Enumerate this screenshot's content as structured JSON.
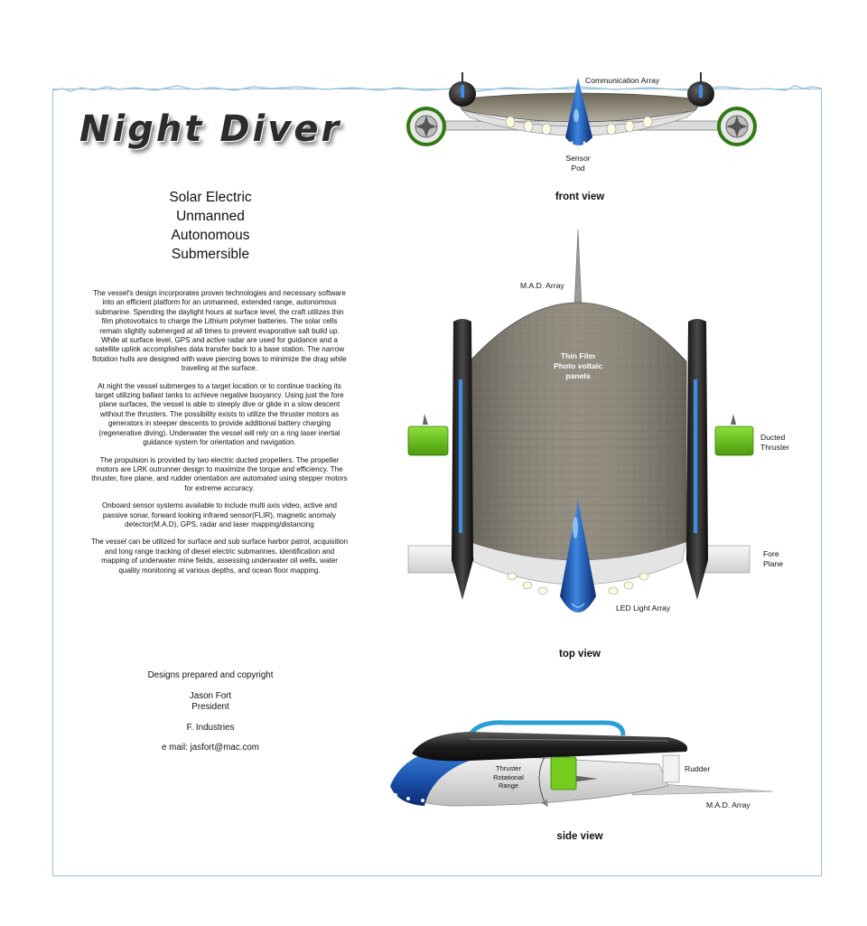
{
  "title": "Night Diver",
  "subtitle": [
    "Solar Electric",
    "Unmanned",
    "Autonomous",
    "Submersible"
  ],
  "description": [
    "The vessel's design incorporates proven technologies and necessary software into an efficient platform for an unmanned, extended range, autonomous submarine. Spending the daylight hours at surface level, the craft utilizes thin film photovoltaics to charge the Lithium polymer batteries. The solar cells remain slightly submerged at all times to prevent evaporative salt build up. While at surface level, GPS and active radar are used for guidance and a satellite uplink accomplishes data transfer back to a base station. The narrow flotation hulls are designed with wave piercing bows to minimize the drag while traveling at the surface.",
    "At night the vessel submerges to a target location or to continue tracking its target utilizing ballast tanks to achieve negative buoyancy. Using just the fore plane surfaces, the vessel is able to steeply dive or glide in a slow descent without the thrusters. The possibility exists to utilize the thruster motors as generators in steeper descents to provide additional battery charging (regenerative diving). Underwater the vessel will rely on a ring laser inertial guidance system for orientation and navigation.",
    "The propulsion is provided by two electric ducted propellers. The propeller motors are LRK outrunner design to maximize the torque and efficiency. The thruster, fore plane, and rudder orientation are automated using stepper motors for extreme accuracy.",
    "Onboard sensor systems available to include multi axis video, active and passive sonar, forward looking infrared sensor(FLIR), magnetic anomaly detector(M.A.D), GPS, radar and laser mapping/distancing",
    "The vessel can be utilized for surface and sub surface harbor patrol, acquisition and long range tracking of diesel electric submarines, identification and mapping of underwater mine fields,  assessing underwater oil wells, water quality monitoring at various depths, and ocean floor mapping."
  ],
  "credits": {
    "line1": "Designs prepared  and copyright",
    "name": "Jason Fort",
    "role": "President",
    "company": "F. Industries",
    "email": "e mail:  jasfort@mac.com"
  },
  "views": {
    "front": {
      "label": "front view",
      "communication_array": "Communication Array",
      "sensor_pod": [
        "Sensor",
        "Pod"
      ]
    },
    "top": {
      "label": "top view",
      "mad_array": "M.A.D. Array",
      "thin_film": [
        "Thin Film",
        "Photo voltaic",
        "panels"
      ],
      "ducted_thruster": [
        "Ducted",
        "Thruster"
      ],
      "fore_plane": [
        "Fore",
        "Plane"
      ],
      "led_light_array": "LED Light Array"
    },
    "side": {
      "label": "side view",
      "thruster_rotational_range": [
        "Thruster",
        "Rotational",
        "Range"
      ],
      "rudder": "Rudder",
      "mad_array": "M.A.D. Array"
    }
  },
  "colors": {
    "frame_border": "#9cc0d6",
    "water_line": "#9ec7df",
    "hull_black": "#1c1c1c",
    "accent_blue": "#1f58b0",
    "thruster_green": "#6cc21e",
    "solar_panel": "#8b8577"
  }
}
